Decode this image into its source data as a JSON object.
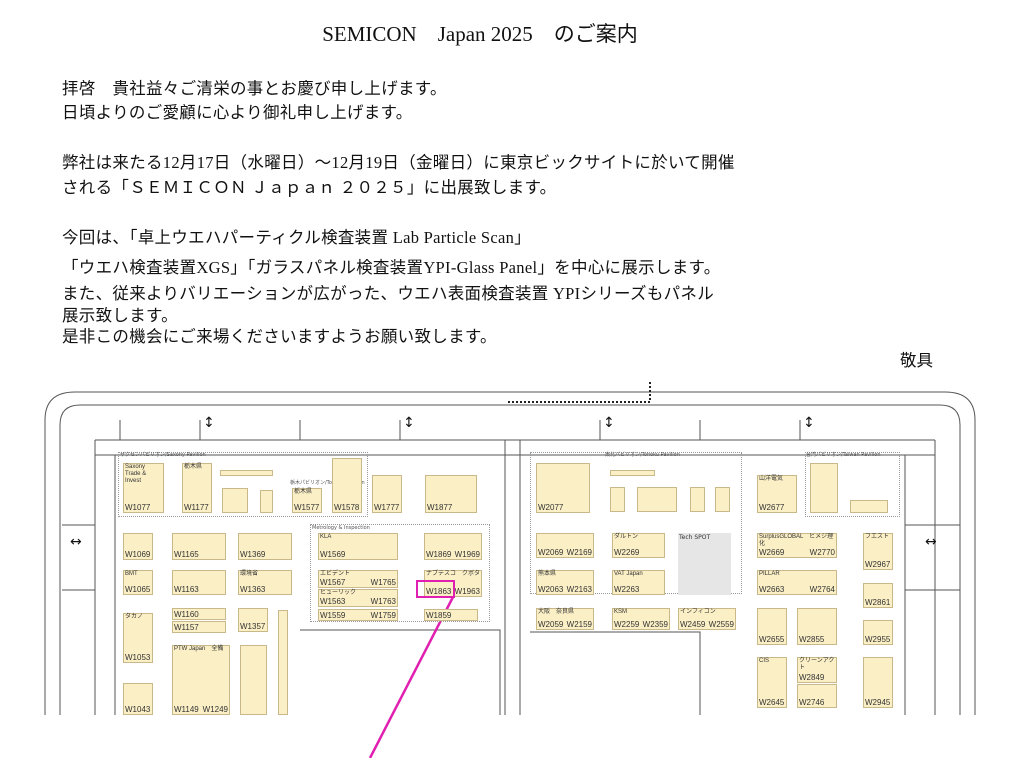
{
  "title": "SEMICON　Japan 2025　のご案内",
  "letter": {
    "lines": [
      "拝啓　貴社益々ご清栄の事とお慶び申し上げます。",
      "日頃よりのご愛顧に心より御礼申し上げます。",
      "弊社は来たる12月17日（水曜日）～12月19日（金曜日）に東京ビックサイトに於いて開催",
      "される「ＳＥＭＩＣＯＮ Ｊａｐａｎ ２０２５」に出展致します。",
      "今回は、「卓上ウエハパーティクル検査装置 Lab Particle Scan」",
      "「ウエハ検査装置XGS」「ガラスパネル検査装置YPI-Glass Panel」を中心に展示します。",
      "また、従来よりバリエーションが広がった、ウエハ表面検査装置 YPIシリーズもパネル",
      "展示致します。",
      "是非この機会にご来場くださいますようお願い致します。"
    ],
    "closing": "敬具"
  },
  "map": {
    "highlight_color": "#e020b0",
    "booth_color": "#fbefc6",
    "pavilions": [
      "ザクセンパビリオン/Saxony Pavilion",
      "栃木パビリオン/Tochigi Pavilion",
      "Metrology & Inspection",
      "東北パビリオン/Tohoku Pavilion",
      "台湾パビリオン/Taiwan Pavilion",
      "Tech SPOT"
    ],
    "booths": [
      {
        "no": "W1077",
        "name": "Saxony Trade & Invest"
      },
      {
        "no": "W1177",
        "name": "栃木県"
      },
      {
        "no": "W1577",
        "name": "栃木県"
      },
      {
        "no": "W1578",
        "name": ""
      },
      {
        "no": "W1777",
        "name": ""
      },
      {
        "no": "W1877",
        "name": ""
      },
      {
        "no": "W1069",
        "name": ""
      },
      {
        "no": "W1065",
        "name": "BMT"
      },
      {
        "no": "W1165",
        "name": ""
      },
      {
        "no": "W1369",
        "name": ""
      },
      {
        "no": "W1569",
        "name": "KLA"
      },
      {
        "no": "W1869",
        "no2": "W1969",
        "name": ""
      },
      {
        "no": "W1163",
        "name": ""
      },
      {
        "no": "W1363",
        "name": "環境省"
      },
      {
        "no": "W1567",
        "no2": "W1765",
        "name": "エビデント"
      },
      {
        "no": "W1563",
        "no2": "W1763",
        "name": "ヒューリック"
      },
      {
        "no": "W1863",
        "no2": "W1963",
        "name": "ナブテスコ　クボタ"
      },
      {
        "no": "W1160",
        "name": ""
      },
      {
        "no": "W1157",
        "name": ""
      },
      {
        "no": "W1357",
        "name": ""
      },
      {
        "no": "W1559",
        "no2": "W1759",
        "name": ""
      },
      {
        "no": "W1859",
        "name": ""
      },
      {
        "no": "W1053",
        "name": "タカノ"
      },
      {
        "no": "W1149",
        "no2": "W1249",
        "name": "PTW Japan　全備"
      },
      {
        "no": "W1043",
        "name": ""
      },
      {
        "no": "W2077",
        "name": ""
      },
      {
        "no": "W2677",
        "name": "山洋電気"
      },
      {
        "no": "W2069",
        "no2": "W2169",
        "name": ""
      },
      {
        "no": "W2269",
        "name": "ダルトン"
      },
      {
        "no": "W2669",
        "no2": "W2770",
        "name": "SurplusGLOBAL　ヒメジ理化"
      },
      {
        "no": "W2967",
        "name": "フエスト"
      },
      {
        "no": "W2063",
        "no2": "W2163",
        "name": "熊本県"
      },
      {
        "no": "W2263",
        "name": "VAT Japan"
      },
      {
        "no": "W2663",
        "no2": "W2764",
        "name": "PILLAR"
      },
      {
        "no": "W2861",
        "name": ""
      },
      {
        "no": "W2059",
        "no2": "W2159",
        "name": "大阪　奈良県"
      },
      {
        "no": "W2259",
        "no2": "W2359",
        "name": "KSM"
      },
      {
        "no": "W2459",
        "no2": "W2559",
        "name": "インフィコン"
      },
      {
        "no": "W2655",
        "name": ""
      },
      {
        "no": "W2855",
        "name": ""
      },
      {
        "no": "W2955",
        "name": ""
      },
      {
        "no": "W2645",
        "name": "CIS"
      },
      {
        "no": "W2849",
        "name": "クリーンアクト"
      },
      {
        "no": "W2746",
        "name": ""
      },
      {
        "no": "W2945",
        "name": ""
      }
    ]
  }
}
